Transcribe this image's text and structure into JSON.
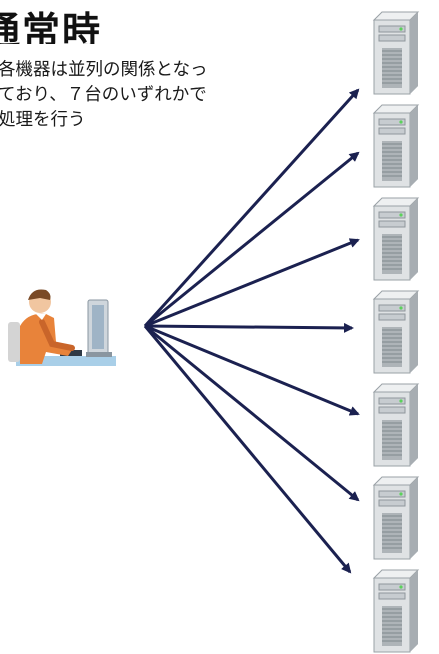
{
  "title": "通常時",
  "description_lines": [
    "各機器は並列の関係となっ",
    "ており、７台のいずれかで",
    "処理を行う"
  ],
  "servers": [
    {
      "icon": "server-tower-icon"
    },
    {
      "icon": "server-tower-icon"
    },
    {
      "icon": "server-tower-icon"
    },
    {
      "icon": "server-tower-icon"
    },
    {
      "icon": "server-tower-icon"
    },
    {
      "icon": "server-tower-icon"
    },
    {
      "icon": "server-tower-icon"
    }
  ],
  "client": {
    "icon": "person-at-computer-icon"
  },
  "colors": {
    "arrow": "#1b2150",
    "server_body": "#dfe2e4",
    "person_shirt": "#e8833a"
  }
}
